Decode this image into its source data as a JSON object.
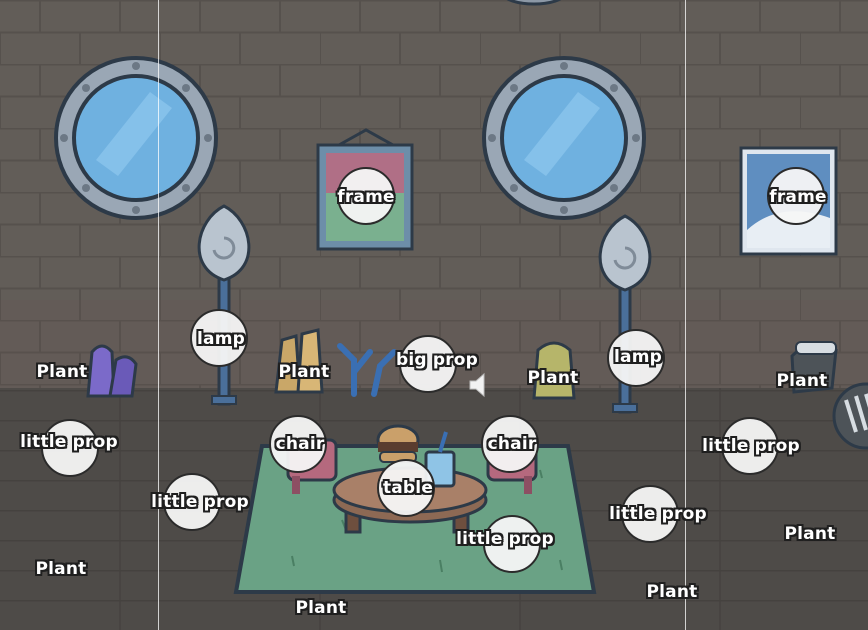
{
  "labels": {
    "frame_left": "frame",
    "frame_right": "frame",
    "lamp_left": "lamp",
    "lamp_right": "lamp",
    "big_prop": "big prop",
    "plant_1": "Plant",
    "plant_2": "Plant",
    "plant_3": "Plant",
    "plant_4": "Plant",
    "plant_5": "Plant",
    "plant_6": "Plant",
    "plant_7": "Plant",
    "plant_8": "Plant",
    "chair_left": "chair",
    "chair_right": "chair",
    "table": "table",
    "little_prop_1": "little prop",
    "little_prop_2": "little prop",
    "little_prop_3": "little prop",
    "little_prop_4": "little prop",
    "little_prop_5": "little prop"
  },
  "colors": {
    "wall": "#625d58",
    "floor": "#4e4b48",
    "rug": "#6aa285",
    "porthole_glass": "#6fb1e0",
    "label_outline": "#1f1f1f"
  },
  "icons": [
    "porthole-icon",
    "lamp-icon",
    "plant-icon",
    "speaker-icon"
  ]
}
